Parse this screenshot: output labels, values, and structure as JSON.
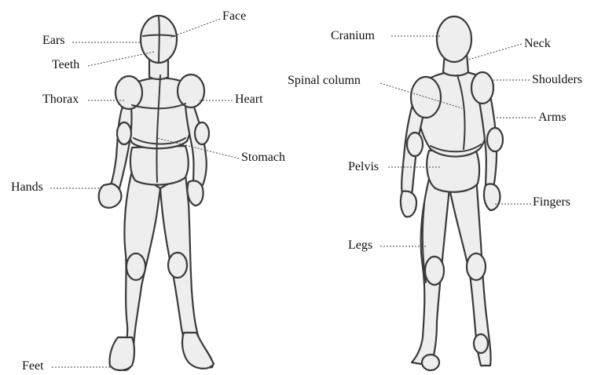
{
  "diagram": {
    "front_labels": {
      "face": "Face",
      "ears": "Ears",
      "teeth": "Teeth",
      "thorax": "Thorax",
      "heart": "Heart",
      "stomach": "Stomach",
      "hands": "Hands",
      "feet": "Feet"
    },
    "back_labels": {
      "cranium": "Cranium",
      "neck": "Neck",
      "spinal_column": "Spinal column",
      "shoulders": "Shoulders",
      "arms": "Arms",
      "pelvis": "Pelvis",
      "fingers": "Fingers",
      "legs": "Legs"
    }
  },
  "colors": {
    "figure_fill": "#eeeeee",
    "figure_stroke": "#3a3a3a",
    "leader_line": "#444444",
    "text": "#111111"
  }
}
